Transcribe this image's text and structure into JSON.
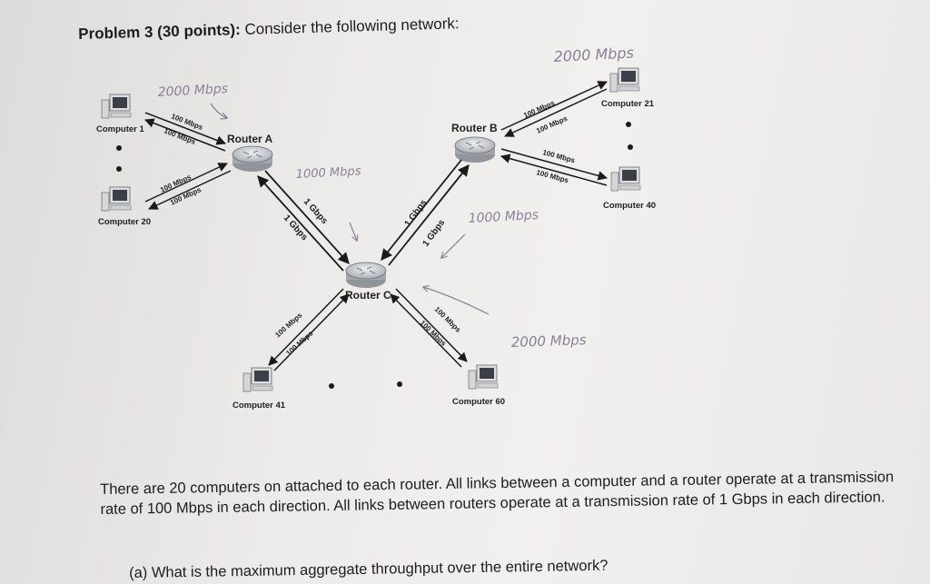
{
  "problem": {
    "label": "Problem 3 (30 points):",
    "text": "Consider the following network:"
  },
  "nodes": {
    "computer_1": "Computer 1",
    "computer_20": "Computer 20",
    "computer_21": "Computer 21",
    "computer_40": "Computer 40",
    "computer_41": "Computer 41",
    "computer_60": "Computer 60",
    "router_a": "Router A",
    "router_b": "Router B",
    "router_c": "Router C"
  },
  "links": {
    "pc_link_top": "100 Mbps",
    "pc_link_bottom": "100 Mbps",
    "router_link_top": "1 Gbps",
    "router_link_bottom": "1 Gbps"
  },
  "handwritten": {
    "router_a_total": "2000 Mbps",
    "router_b_total": "2000 Mbps",
    "router_c_total": "2000 Mbps",
    "link_ac": "1000 Mbps",
    "link_bc": "1000 Mbps"
  },
  "paragraph": "There are 20 computers on attached to each router. All links between a computer and a router operate at a transmission rate of 100 Mbps in each direction. All links between routers operate at a transmission rate of 1 Gbps in each direction.",
  "question": "(a) What is the maximum aggregate throughput over the entire network?",
  "colors": {
    "text": "#1e1e1e",
    "handwriting": "#8a7f94",
    "router": "#c9cdd2"
  }
}
